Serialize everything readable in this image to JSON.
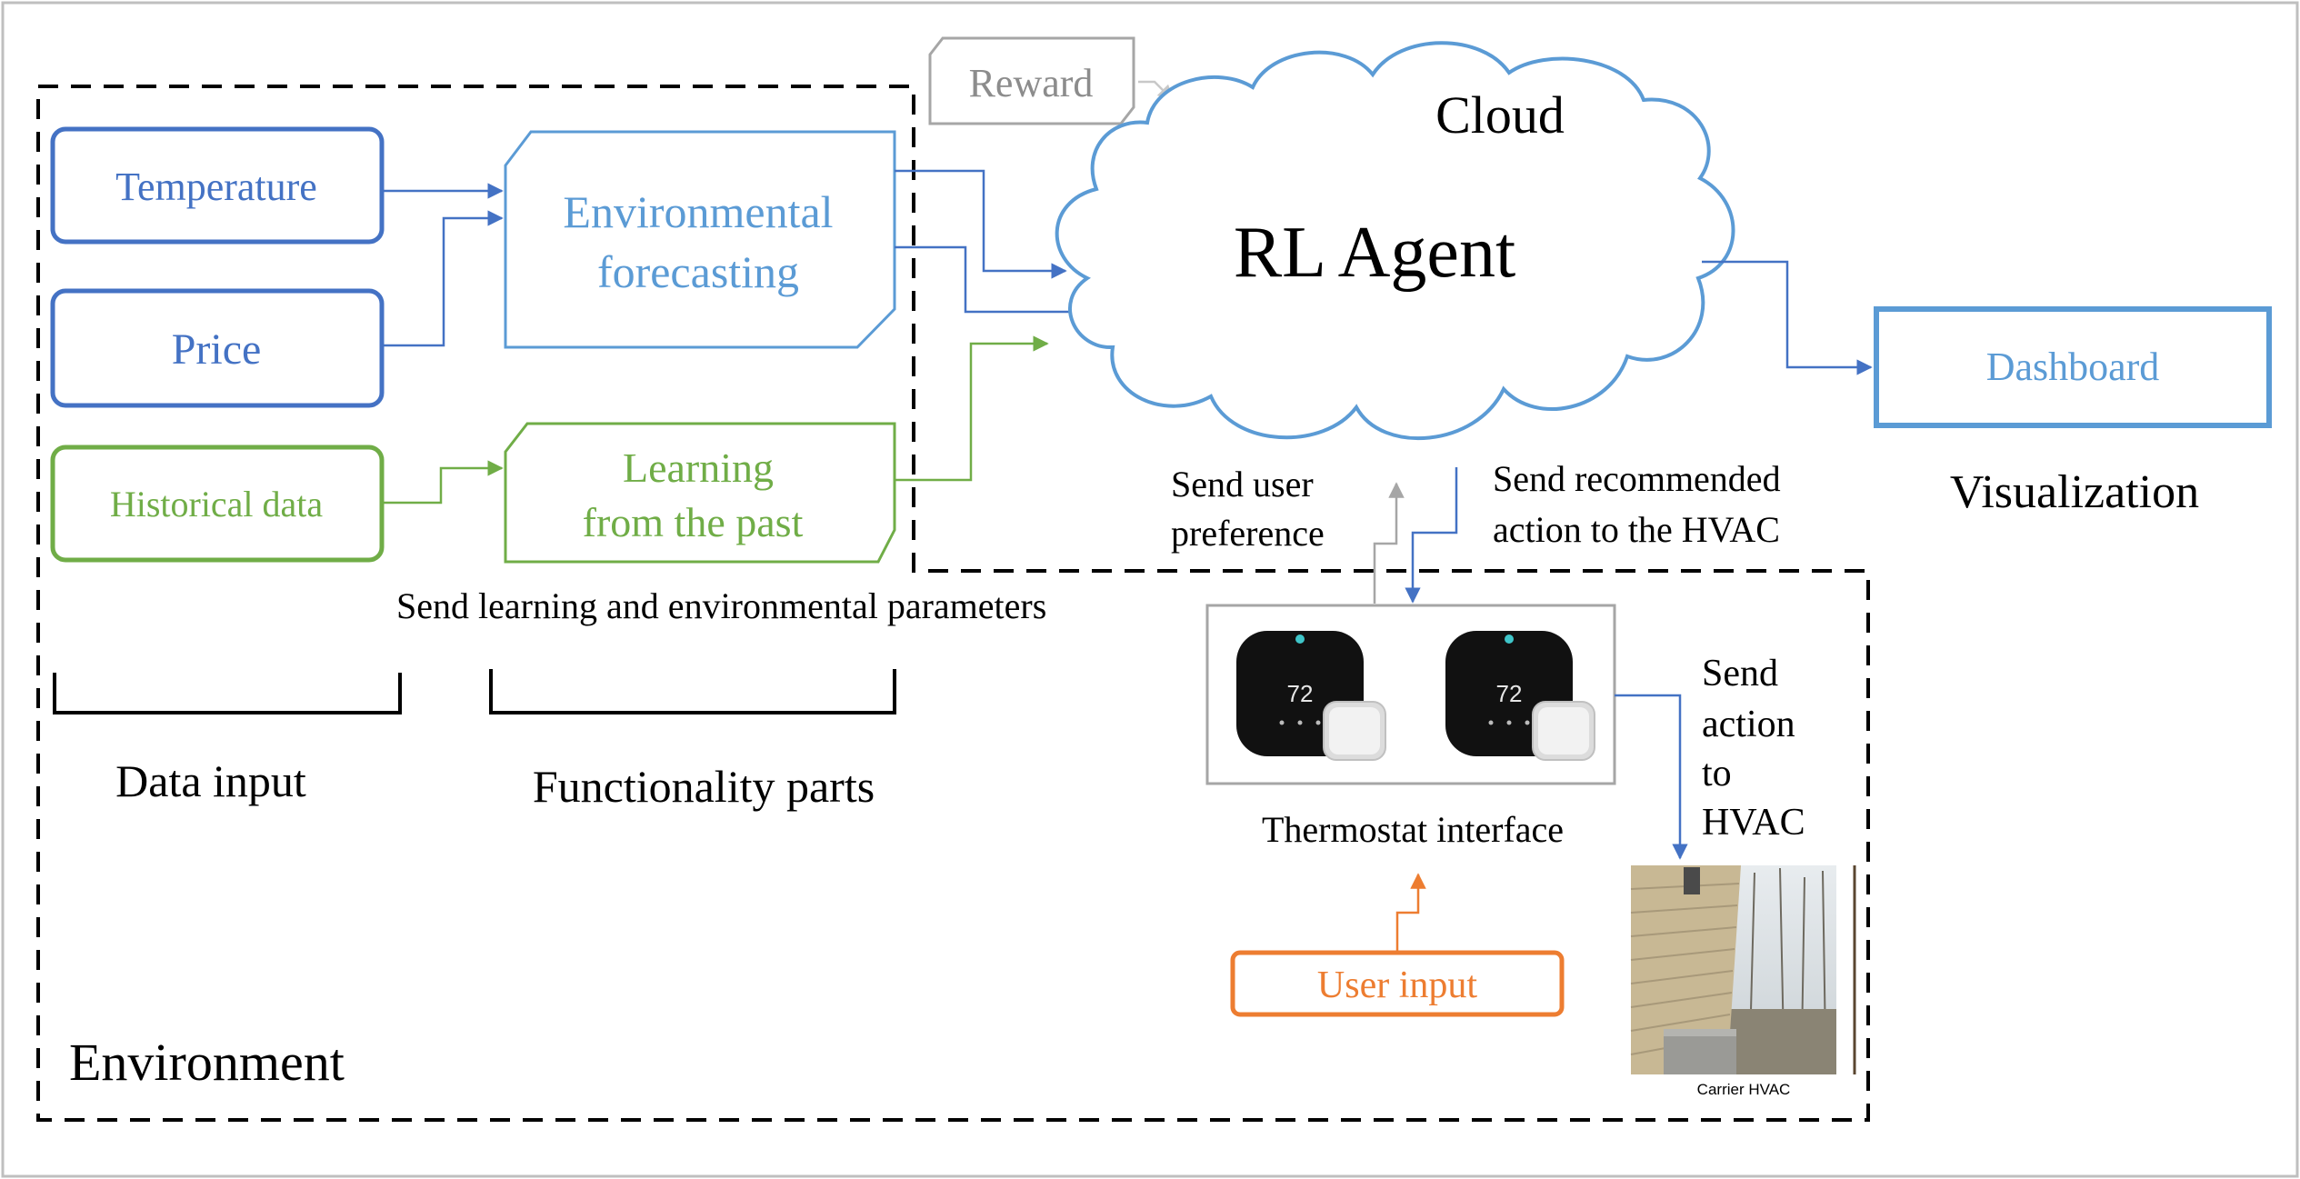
{
  "colors": {
    "dark_blue": "#4472c4",
    "light_blue": "#5b9bd5",
    "green": "#70ad47",
    "orange": "#ed7d31",
    "gray": "#a6a6a6",
    "black": "#000000"
  },
  "nodes": {
    "temperature": "Temperature",
    "price": "Price",
    "historical_data": "Historical data",
    "env_forecast_line1": "Environmental",
    "env_forecast_line2": "forecasting",
    "learning_line1": "Learning",
    "learning_line2": "from the past",
    "reward": "Reward",
    "cloud": "Cloud",
    "rl_agent": "RL Agent",
    "dashboard": "Dashboard",
    "visualization": "Visualization",
    "user_input": "User input",
    "thermostat_interface": "Thermostat interface",
    "thermostat_display": "72",
    "carrier_hvac": "Carrier HVAC"
  },
  "labels": {
    "send_params": "Send learning and environmental parameters",
    "data_input": "Data input",
    "functionality_parts": "Functionality parts",
    "environment": "Environment",
    "send_user_pref_line1": "Send user",
    "send_user_pref_line2": "preference",
    "send_rec_line1": "Send recommended",
    "send_rec_line2": "action to the HVAC",
    "send_action_line1": "Send",
    "send_action_line2": "action",
    "send_action_line3": "to",
    "send_action_line4": "HVAC"
  },
  "icons": {
    "thermostat": "thermostat-icon",
    "sensor": "room-sensor-icon",
    "hvac_photo": "hvac-unit-photo"
  }
}
